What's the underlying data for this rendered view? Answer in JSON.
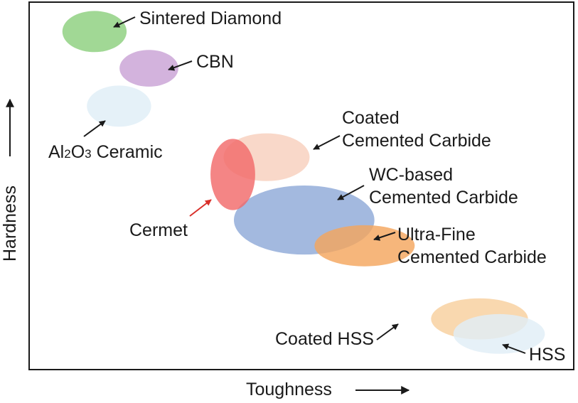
{
  "chart_data": {
    "type": "scatter",
    "title": "",
    "xlabel": "Toughness",
    "ylabel": "Hardness",
    "xlim": [
      0,
      100
    ],
    "ylim": [
      0,
      100
    ],
    "grid": false,
    "legend": "none",
    "series": [
      {
        "label": "Sintered Diamond",
        "x": 12,
        "y": 92,
        "rx": 5.9,
        "ry": 5.6,
        "color": "#8ccf7e",
        "label_lines": [
          "Sintered Diamond"
        ]
      },
      {
        "label": "CBN",
        "x": 22,
        "y": 82,
        "rx": 5.4,
        "ry": 5.0,
        "color": "#c9a2d6",
        "label_lines": [
          "CBN"
        ]
      },
      {
        "label": "Al2O3 Ceramic",
        "x": 16.5,
        "y": 71.7,
        "rx": 5.9,
        "ry": 5.6,
        "color": "#dfeef6",
        "label_lines": [
          "Al2O3 Ceramic"
        ]
      },
      {
        "label": "Coated Cemented Carbide",
        "x": 43.6,
        "y": 57.8,
        "rx": 7.9,
        "ry": 6.5,
        "color": "#f8cfbd",
        "label_lines": [
          "Coated",
          "Cemented Carbide"
        ]
      },
      {
        "label": "WC-based Cemented Carbide",
        "x": 50.5,
        "y": 40.7,
        "rx": 12.9,
        "ry": 9.4,
        "color": "#8fa9d8",
        "label_lines": [
          "WC-based",
          "Cemented Carbide"
        ]
      },
      {
        "label": "Ultra-Fine Cemented Carbide",
        "x": 61.6,
        "y": 33.7,
        "rx": 9.2,
        "ry": 5.6,
        "color": "#f4a65e",
        "label_lines": [
          "Ultra-Fine",
          "Cemented Carbide"
        ]
      },
      {
        "label": "Cermet",
        "x": 37.4,
        "y": 53.1,
        "rx": 4.1,
        "ry": 9.7,
        "color": "#f26a6a",
        "label_lines": [
          "Cermet"
        ],
        "label_color": "#d9302a"
      },
      {
        "label": "Coated HSS",
        "x": 82.7,
        "y": 13.8,
        "rx": 8.9,
        "ry": 5.6,
        "color": "#f8cf9e",
        "label_lines": [
          "Coated HSS"
        ]
      },
      {
        "label": "HSS",
        "x": 86.3,
        "y": 9.7,
        "rx": 8.4,
        "ry": 5.4,
        "color": "#e1eef6",
        "label_lines": [
          "HSS"
        ]
      }
    ]
  }
}
